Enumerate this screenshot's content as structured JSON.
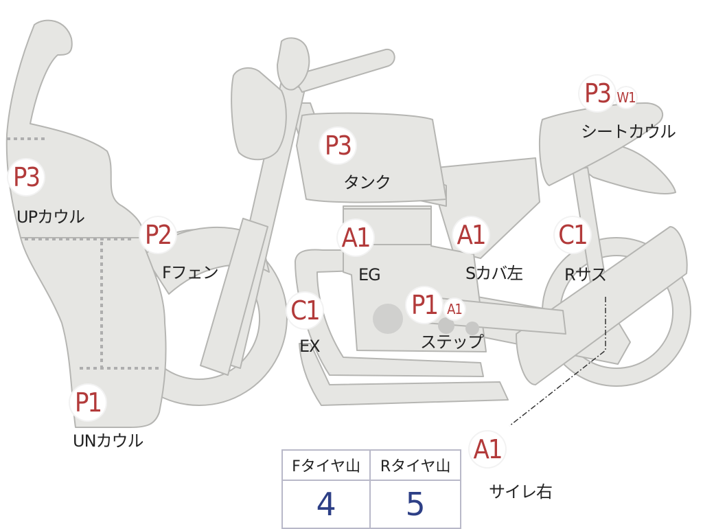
{
  "colors": {
    "part_fill": "#e6e6e3",
    "part_stroke": "#b5b5b2",
    "badge_text": "#b23a3a",
    "value_text": "#2d3f86"
  },
  "parts": [
    {
      "key": "up_cowl",
      "grade": "P3",
      "label": "UPカウル"
    },
    {
      "key": "f_fender",
      "grade": "P2",
      "label": "Fフェン"
    },
    {
      "key": "un_cowl",
      "grade": "P1",
      "label": "UNカウル"
    },
    {
      "key": "tank",
      "grade": "P3",
      "label": "タンク"
    },
    {
      "key": "eg",
      "grade": "A1",
      "label": "EG"
    },
    {
      "key": "ex",
      "grade": "C1",
      "label": "EX"
    },
    {
      "key": "step",
      "grade": "P1",
      "extra": "A1",
      "label": "ステップ"
    },
    {
      "key": "s_cover_l",
      "grade": "A1",
      "label": "Sカバ左"
    },
    {
      "key": "r_sus",
      "grade": "C1",
      "label": "Rサス"
    },
    {
      "key": "seat_cowl",
      "grade": "P3",
      "extra": "W1",
      "label": "シートカウル"
    },
    {
      "key": "muffler_r",
      "grade": "A1",
      "label": "サイレ右"
    }
  ],
  "tires": {
    "front": {
      "header": "Fタイヤ山",
      "value": "4"
    },
    "rear": {
      "header": "Rタイヤ山",
      "value": "5"
    }
  }
}
